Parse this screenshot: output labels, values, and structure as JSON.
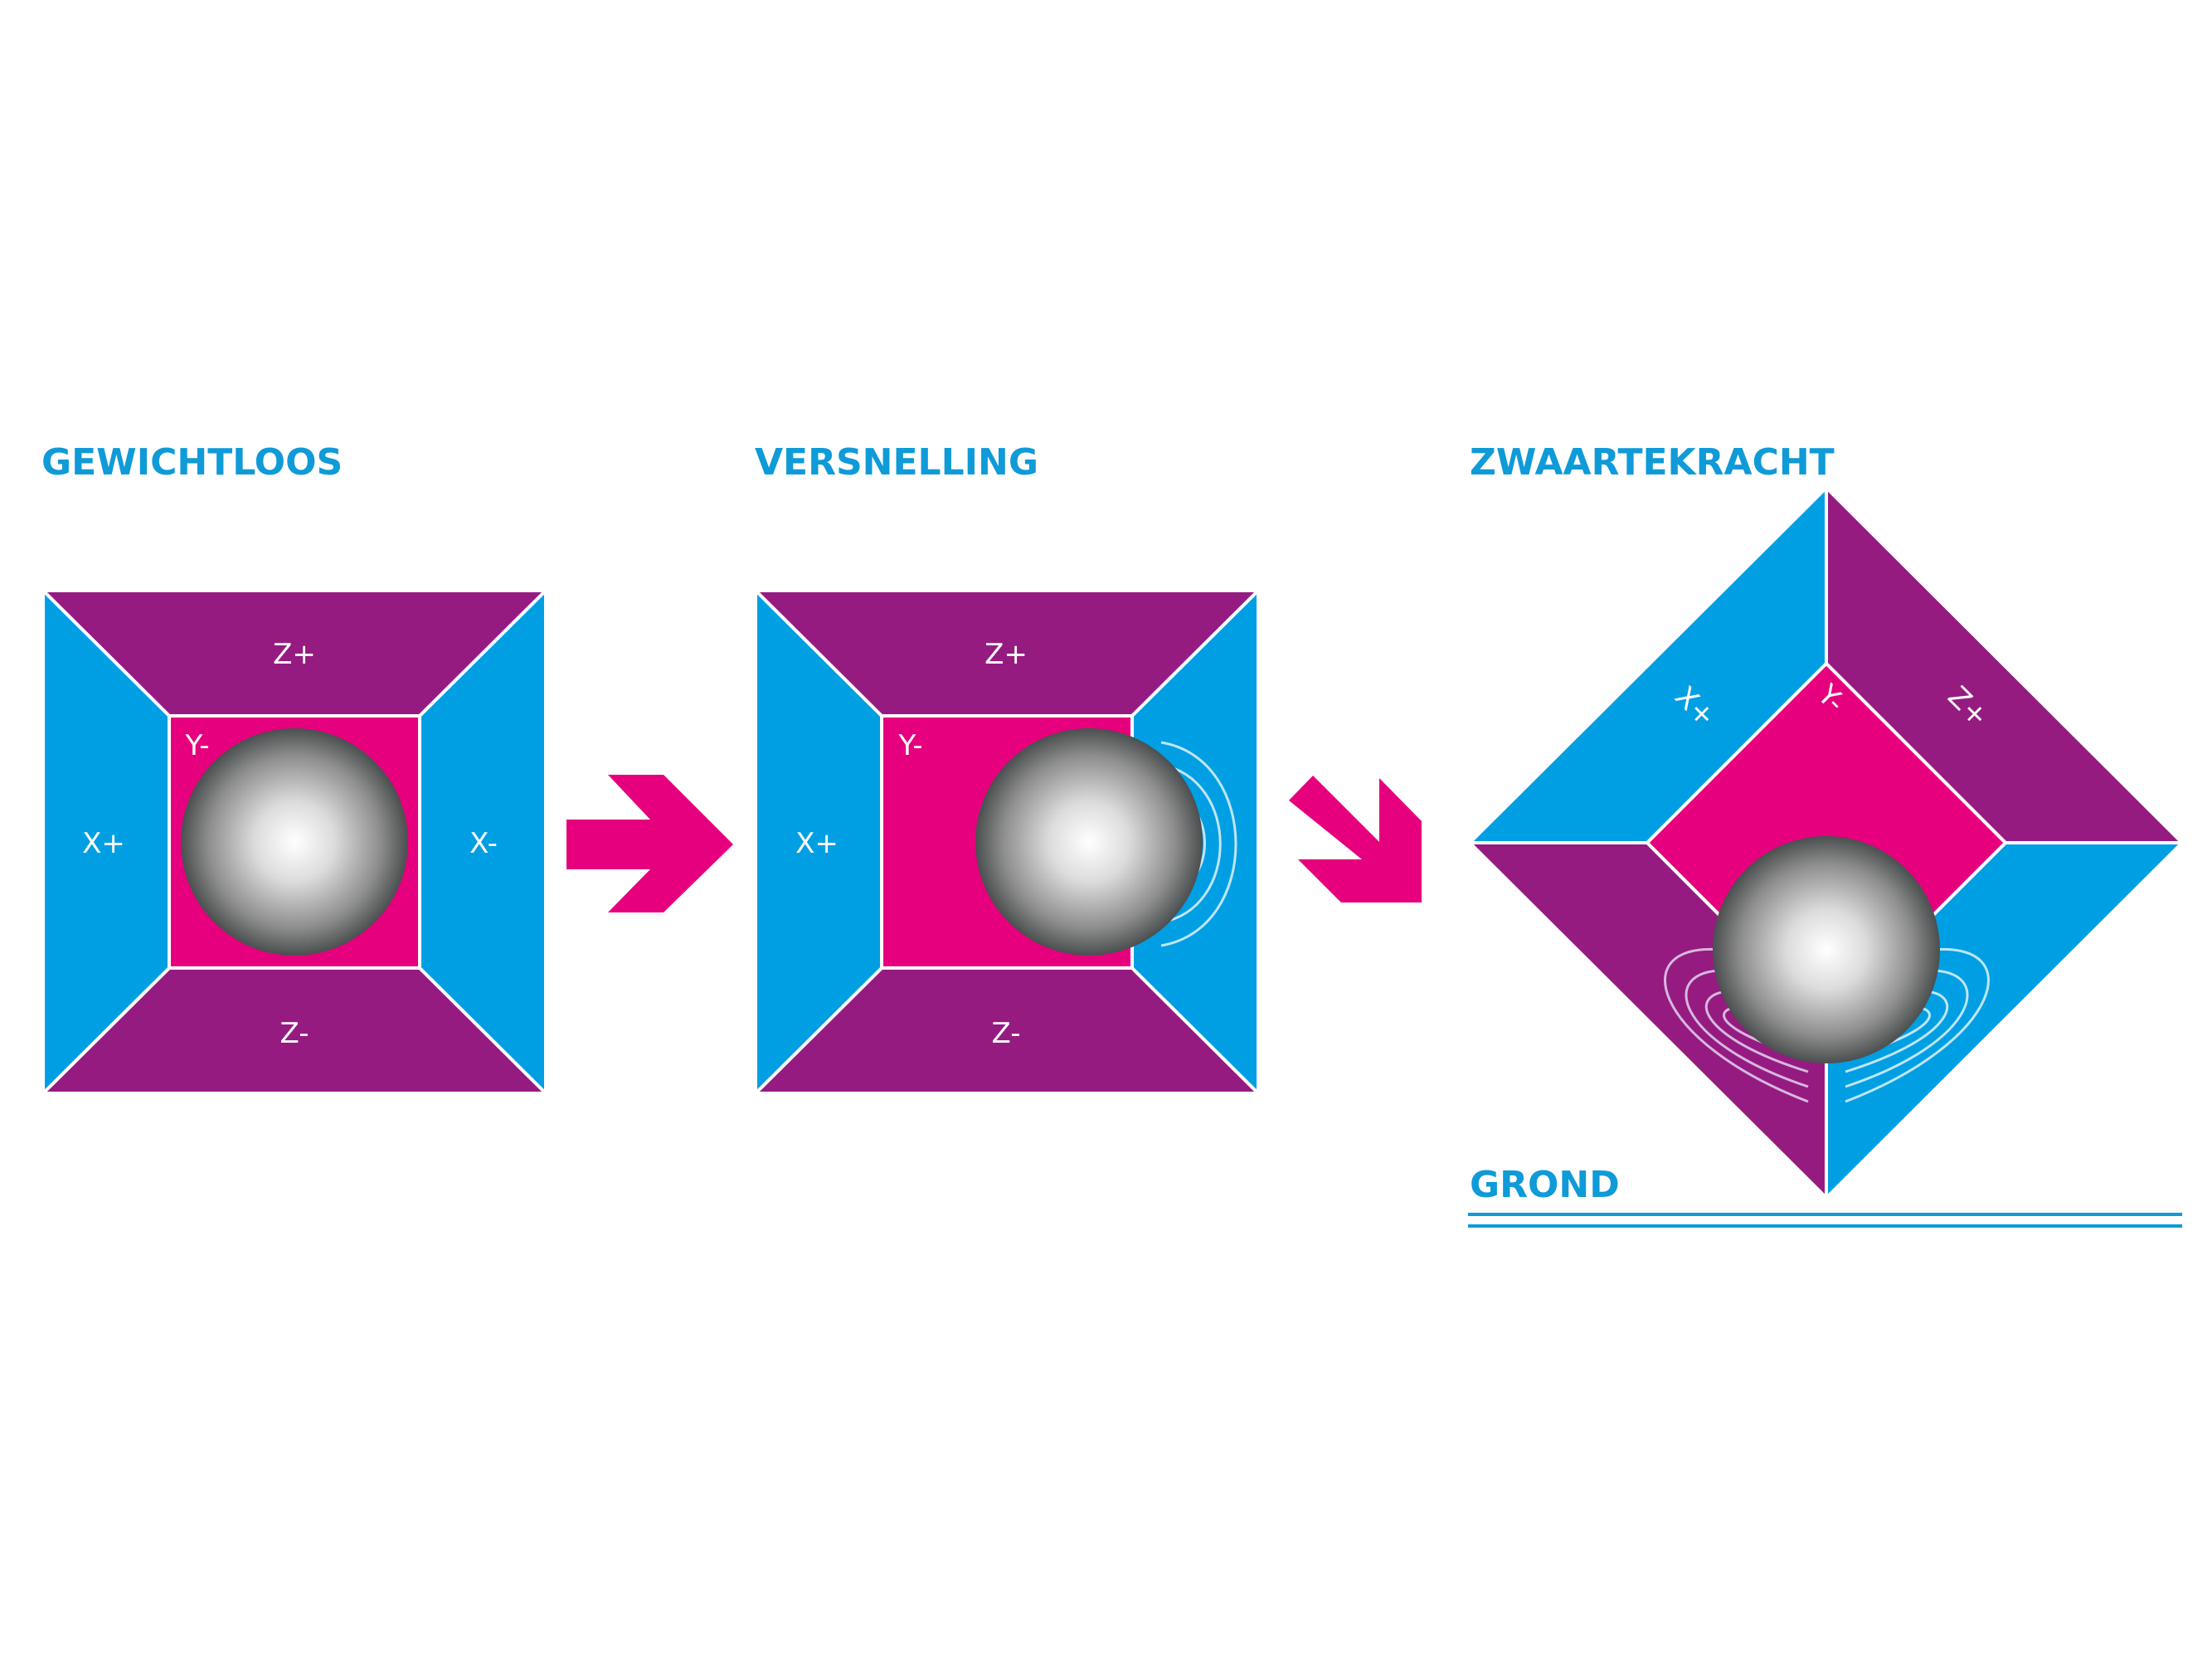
{
  "colors": {
    "cyan": "#009fe3",
    "purple": "#951b81",
    "magenta": "#e6007e",
    "edge": "#ffffff",
    "title": "#0f9ad8"
  },
  "panels": [
    {
      "title": "GEWICHTLOOS",
      "labels": {
        "top": "Z+",
        "bottom": "Z-",
        "left": "X+",
        "right": "X-",
        "center": "Y-"
      }
    },
    {
      "title": "VERSNELLING",
      "labels": {
        "top": "Z+",
        "bottom": "Z-",
        "left": "X+",
        "center": "Y-"
      }
    },
    {
      "title": "ZWAARTEKRACHT",
      "labels": {
        "upper_left": "X+",
        "center": "Y-",
        "upper_right": "Z+"
      }
    }
  ],
  "ground_label": "GROND",
  "icons": [
    "right-arrow-icon",
    "down-right-arrow-icon"
  ]
}
